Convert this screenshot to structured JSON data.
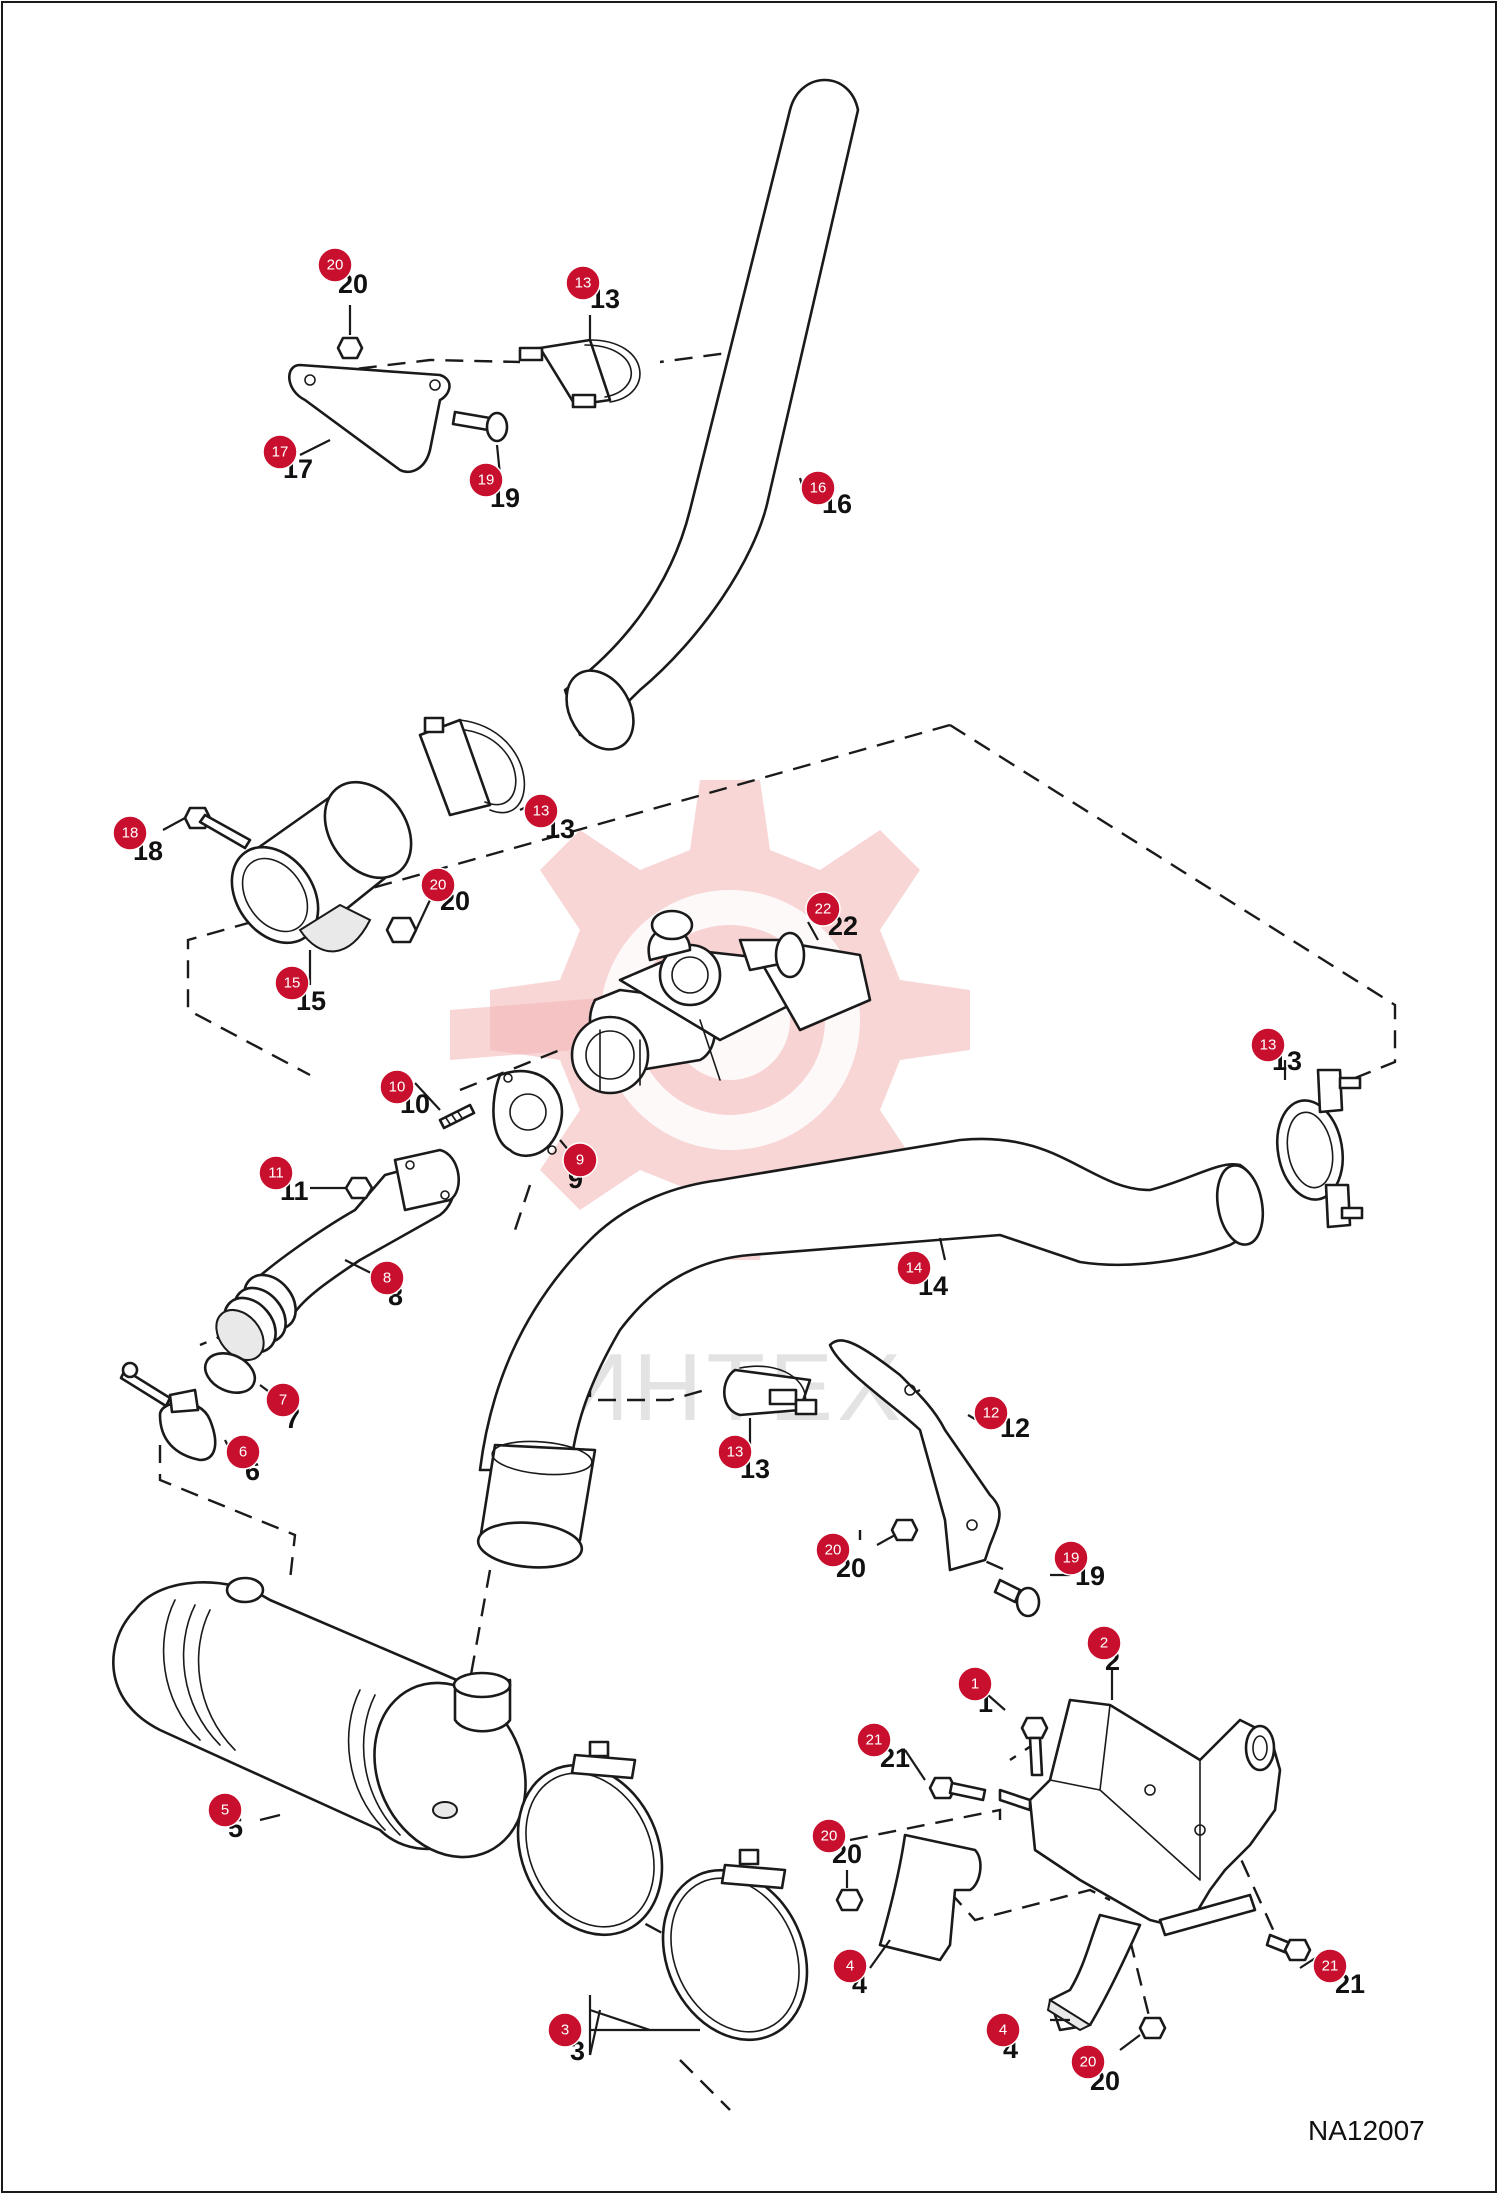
{
  "watermark": {
    "text": "ИНТЕХ"
  },
  "reference_code": "NA12007",
  "callouts": [
    {
      "id": "20",
      "label": "20"
    },
    {
      "id": "13",
      "label": "13"
    },
    {
      "id": "17",
      "label": "17"
    },
    {
      "id": "19",
      "label": "19"
    },
    {
      "id": "16",
      "label": "16"
    },
    {
      "id": "13",
      "label": "13"
    },
    {
      "id": "18",
      "label": "18"
    },
    {
      "id": "20",
      "label": "20"
    },
    {
      "id": "22",
      "label": "22"
    },
    {
      "id": "15",
      "label": "15"
    },
    {
      "id": "13",
      "label": "13"
    },
    {
      "id": "10",
      "label": "10"
    },
    {
      "id": "9",
      "label": "9"
    },
    {
      "id": "11",
      "label": "11"
    },
    {
      "id": "8",
      "label": "8"
    },
    {
      "id": "14",
      "label": "14"
    },
    {
      "id": "7",
      "label": "7"
    },
    {
      "id": "6",
      "label": "6"
    },
    {
      "id": "12",
      "label": "12"
    },
    {
      "id": "13",
      "label": "13"
    },
    {
      "id": "20",
      "label": "20"
    },
    {
      "id": "19",
      "label": "19"
    },
    {
      "id": "2",
      "label": "2"
    },
    {
      "id": "1",
      "label": "1"
    },
    {
      "id": "21",
      "label": "21"
    },
    {
      "id": "5",
      "label": "5"
    },
    {
      "id": "20",
      "label": "20"
    },
    {
      "id": "4",
      "label": "4"
    },
    {
      "id": "21",
      "label": "21"
    },
    {
      "id": "3",
      "label": "3"
    },
    {
      "id": "4",
      "label": "4"
    },
    {
      "id": "20",
      "label": "20"
    }
  ]
}
